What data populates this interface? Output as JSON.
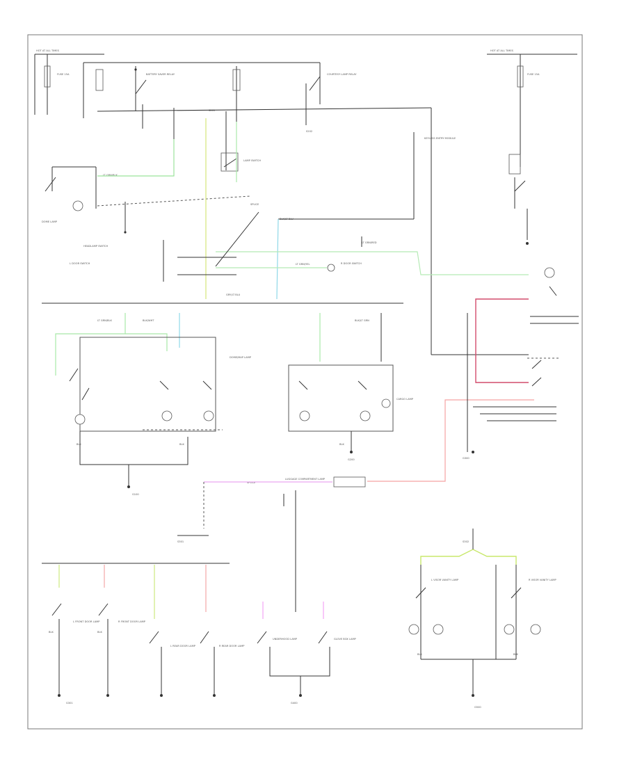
{
  "title": "",
  "footer_code": "",
  "labels": [
    "HOT AT ALL TIMES",
    "HOT AT ALL TIMES",
    "FUSE 15A",
    "FUSE 15A",
    "BATTERY SAVER RELAY",
    "COURTESY LAMP RELAY",
    "LAMP SWITCH",
    "DOME LAMP",
    "HEADLAMP SWITCH",
    "L DOOR SWITCH",
    "R DOOR SWITCH",
    "KEYLESS ENTRY MODULE",
    "LT GRN/BLK",
    "BLK/LT BLU",
    "LT GRN/RED",
    "LT GRN/YEL",
    "GRY/LT BLU",
    "LT GRN/BLK",
    "BLK/WHT",
    "BLK/LT GRN",
    "DOME/MAP LAMP",
    "CARGO LAMP",
    "L FRONT DOOR LAMP",
    "R FRONT DOOR LAMP",
    "L REAR DOOR LAMP",
    "R REAR DOOR LAMP",
    "UNDERHOOD LAMP",
    "GLOVE BOX LAMP",
    "L VISOR VANITY LAMP",
    "R VISOR VANITY LAMP",
    "LUGGAGE COMPARTMENT LAMP",
    "G100",
    "G200",
    "G300",
    "G301",
    "G400",
    "G500",
    "SPLICE",
    "SPLICE",
    "S201",
    "S202",
    "S301",
    "S302",
    "BLK",
    "BLK",
    "BLK",
    "BLK",
    "BLK",
    "BLK",
    "BLK"
  ]
}
